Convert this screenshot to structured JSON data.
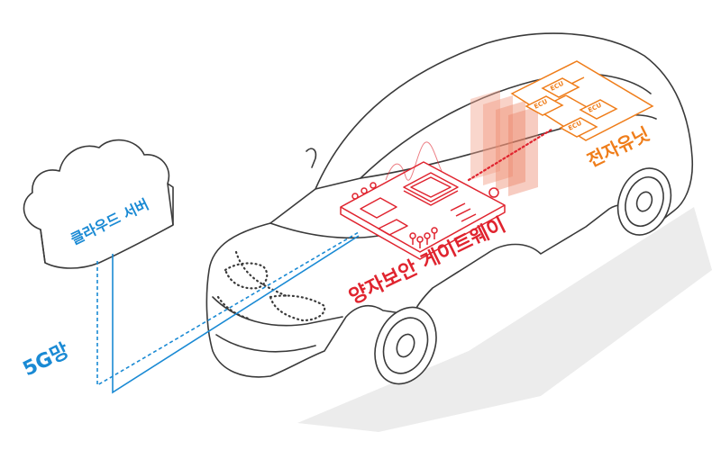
{
  "labels": {
    "cloud_server": "클라우드 서버",
    "network": "5G망",
    "gateway": "양자보안 게이트웨이",
    "ecu_unit": "전자유닛",
    "ecu_chip": "ECU"
  },
  "colors": {
    "outline": "#3a3a3a",
    "blue": "#1a8ad4",
    "red": "#e0242f",
    "orange": "#ef7d1a",
    "shadow": "#ececec"
  }
}
